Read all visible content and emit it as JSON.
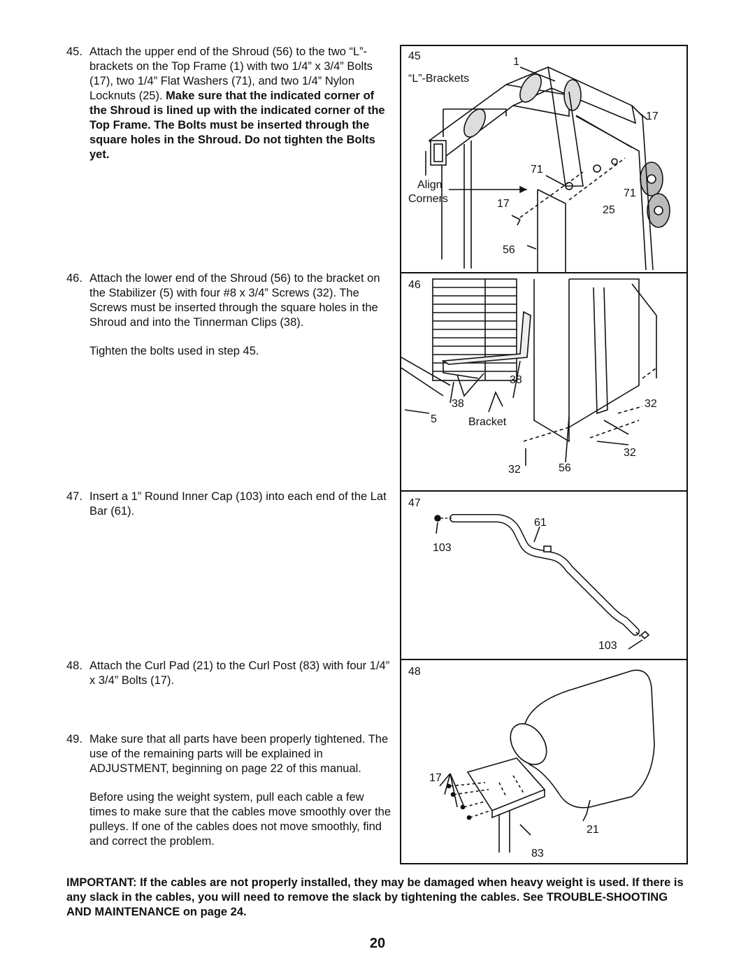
{
  "steps": [
    {
      "number": "45.",
      "text_plain": "Attach the upper end of the Shroud (56) to the two “L”-brackets on the Top Frame (1) with two 1/4” x 3/4” Bolts (17), two 1/4” Flat Washers (71), and two 1/4” Nylon Locknuts (25).",
      "text_bold": "Make sure that the indicated corner of the Shroud is lined up with the indicated corner of the Top Frame. The Bolts must be inserted through the square holes in the Shroud. Do not tighten the Bolts yet."
    },
    {
      "number": "46.",
      "text_plain": "Attach the lower end of the Shroud (56) to the bracket on the Stabilizer (5) with four #8 x 3/4” Screws (32). The Screws must be inserted through the square holes in the Shroud and into the Tinnerman Clips (38).",
      "note": "Tighten the bolts used in step 45."
    },
    {
      "number": "47.",
      "text_plain": "Insert a 1” Round Inner Cap (103) into each end of the Lat Bar (61)."
    },
    {
      "number": "48.",
      "text_plain": "Attach the Curl Pad (21) to the Curl Post (83) with four 1/4” x 3/4” Bolts (17)."
    },
    {
      "number": "49.",
      "text_plain": "Make sure that all parts have been properly tightened. The use of the remaining parts will be explained in ADJUSTMENT, beginning on page 22 of this manual.",
      "note": "Before using the weight system, pull each cable a few times to make sure that the cables move smoothly over the pulleys. If one of the cables does not move smoothly, find and correct the problem."
    }
  ],
  "figures": {
    "fig45": {
      "number": "45",
      "labels": [
        "1",
        "“L”-Brackets",
        "17",
        "71",
        "Align",
        "Corners",
        "17",
        "71",
        "25",
        "56"
      ]
    },
    "fig46": {
      "number": "46",
      "labels": [
        "38",
        "38",
        "32",
        "5",
        "Bracket",
        "32",
        "32",
        "56"
      ]
    },
    "fig47": {
      "number": "47",
      "labels": [
        "61",
        "103",
        "103"
      ]
    },
    "fig48": {
      "number": "48",
      "labels": [
        "17",
        "21",
        "83"
      ]
    }
  },
  "important": "IMPORTANT: If the cables are not properly installed, they may be damaged when heavy weight is used. If there is any slack in the cables, you will need to remove the slack by tightening the cables. See TROUBLE-SHOOTING AND MAINTENANCE on page 24.",
  "page_number": "20"
}
